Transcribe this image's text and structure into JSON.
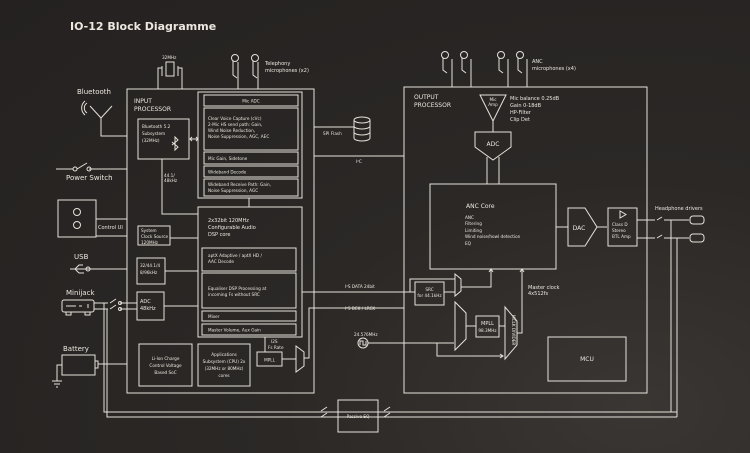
{
  "title": "IO-12 Block Diagramme",
  "colors": {
    "background": "#2a2725",
    "line": "#e6e2da",
    "text": "#ece8e0"
  },
  "left_peripherals": {
    "bluetooth": "Bluetooth",
    "power_switch": "Power Switch",
    "control_ui": "Control UI",
    "usb": "USB",
    "minijack": "Minijack",
    "battery": "Battery"
  },
  "top": {
    "crystal": "32MHz",
    "telephony_mics": [
      "Telephony",
      "microphones (x2)"
    ],
    "anc_mics": [
      "ANC",
      "microphones (x4)"
    ]
  },
  "input_processor": {
    "title": [
      "INPUT",
      "PROCESSOR"
    ],
    "bluetooth_subsystem": [
      "Bluetooth 5.2",
      "Subsystem",
      "(32MHz)"
    ],
    "bt_rate": [
      "44.1/",
      "48kHz"
    ],
    "mic_adc": "Mic ADC",
    "clear_voice": [
      "Clear Voice Capture (cVc)",
      "2-Mic HS send path: Gain,",
      "Wind Noise Reduction,",
      "Noise Suppression, AGC, AEC"
    ],
    "mic_gain": "Mic Gain, Sidetone",
    "wideband_decode": "Wideband Decode",
    "wideband_receive": [
      "Wideband Receive Path: Gain,",
      "Noise Suppression, AGC"
    ],
    "system_clock": [
      "System",
      "Clock Source",
      "120MHz"
    ],
    "rates": [
      "32/44.1/4",
      "8/96kHz"
    ],
    "adc": [
      "ADC",
      "48kHz"
    ],
    "dsp_core": [
      "2x32bit 120MHz",
      "Configurable Audio",
      "DSP core"
    ],
    "aptx": [
      "aptX Adaptive / aptX HD /",
      "AAC Decode"
    ],
    "equaliser": [
      "Equaliser DSP Processing at",
      "incoming Fs without SRC"
    ],
    "mixer": "Mixer",
    "master_volume": "Master Volume, Aux Gain",
    "li_ion": [
      "Li-Ion Charge",
      "Control Voltage",
      "Based SoC"
    ],
    "applications": [
      "Applications",
      "Subsystem (CPU) 2x",
      "(32MHz or 80MHz)",
      "cores"
    ],
    "i2s_fs": [
      "I2S",
      "Fs Rate"
    ],
    "mpll": "MPLL"
  },
  "middle": {
    "spi_flash": "SPI Flash",
    "i2c": "I²C",
    "i2s_data": "I²S DATA 24bit",
    "i2s_bck": "I²S BCK / LRCK",
    "oscillator": "24.576MHz",
    "passive_eq": "Passive EQ"
  },
  "output_processor": {
    "title": [
      "OUTPUT",
      "PROCESSOR"
    ],
    "mic_amp": [
      "Mic",
      "Amp"
    ],
    "mic_specs": [
      "Mic balance 0.25dB",
      "Gain 0-18dB",
      "HP-Filter",
      "Clip Det"
    ],
    "adc": "ADC",
    "anc_core_title": "ANC Core",
    "anc_core_items": [
      "ANC",
      "Filtering",
      "Limiting",
      "Wind noise/howl detection",
      "EQ"
    ],
    "dac": "DAC",
    "class_d": [
      "Class D",
      "Stereo",
      "BTL Amp"
    ],
    "src": [
      "SRC",
      "for 44.1kHz"
    ],
    "mpll": [
      "MPLL",
      "98.3MHz"
    ],
    "mclk_divider": "MCLK DIVIDER",
    "master_clock": [
      "Master clock",
      "4x512fs"
    ],
    "mcu": "MCU"
  },
  "headphone_drivers": "Headphone drivers"
}
